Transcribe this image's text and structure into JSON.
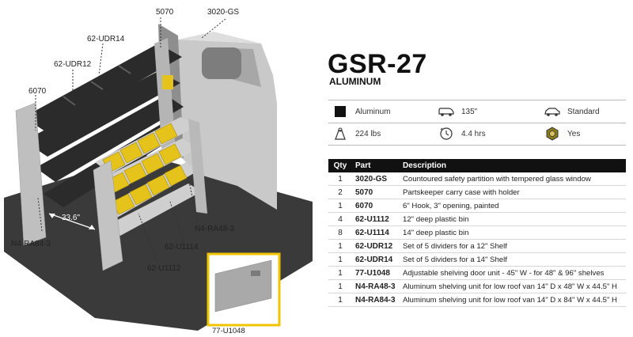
{
  "product": {
    "title": "GSR-27",
    "material": "ALUMINUM"
  },
  "specs": [
    {
      "icon": "black-square-icon",
      "value": "Aluminum"
    },
    {
      "icon": "van-icon",
      "value": "135\""
    },
    {
      "icon": "car-icon",
      "value": "Standard"
    },
    {
      "icon": "weight-icon",
      "value": "224 lbs"
    },
    {
      "icon": "clock-icon",
      "value": "4.4 hrs"
    },
    {
      "icon": "nut-icon",
      "value": "Yes"
    }
  ],
  "table": {
    "headers": [
      "Qty",
      "Part",
      "Description"
    ],
    "rows": [
      {
        "qty": "1",
        "part": "3020-GS",
        "desc": "Countoured safety partition with tempered glass window"
      },
      {
        "qty": "2",
        "part": "5070",
        "desc": "Partskeeper carry case with holder"
      },
      {
        "qty": "1",
        "part": "6070",
        "desc": "6\" Hook, 3\" opening, painted"
      },
      {
        "qty": "4",
        "part": "62-U1112",
        "desc": "12\" deep plastic bin"
      },
      {
        "qty": "8",
        "part": "62-U1114",
        "desc": "14\" deep plastic bin"
      },
      {
        "qty": "1",
        "part": "62-UDR12",
        "desc": "Set of 5 dividers for a 12\" Shelf"
      },
      {
        "qty": "1",
        "part": "62-UDR14",
        "desc": "Set of 5 dividers for a 14\" Shelf"
      },
      {
        "qty": "1",
        "part": "77-U1048",
        "desc": "Adjustable shelving door unit - 45\" W - for 48\" & 96\" shelves"
      },
      {
        "qty": "1",
        "part": "N4-RA48-3",
        "desc": "Aluminum shelving unit for low roof van 14\" D x 48\" W x 44.5\" H"
      },
      {
        "qty": "1",
        "part": "N4-RA84-3",
        "desc": "Aluminum shelving unit for low roof van 14\" D x 84\" W x 44.5\" H"
      }
    ]
  },
  "callouts": {
    "c5070": "5070",
    "c3020": "3020-GS",
    "cudr14": "62-UDR14",
    "cudr12": "62-UDR12",
    "c6070": "6070",
    "cdim": "33.6\"",
    "cra84": "N4-RA84-3",
    "cra48": "N4-RA48-3",
    "cu1114": "62-U1114",
    "cu1112": "62-U1112",
    "c77": "77-U1048"
  },
  "colors": {
    "accent_yellow": "#f2c400",
    "bin_yellow": "#e6c31a",
    "shelf_dark": "#2b2b2b",
    "header_black": "#111111"
  }
}
